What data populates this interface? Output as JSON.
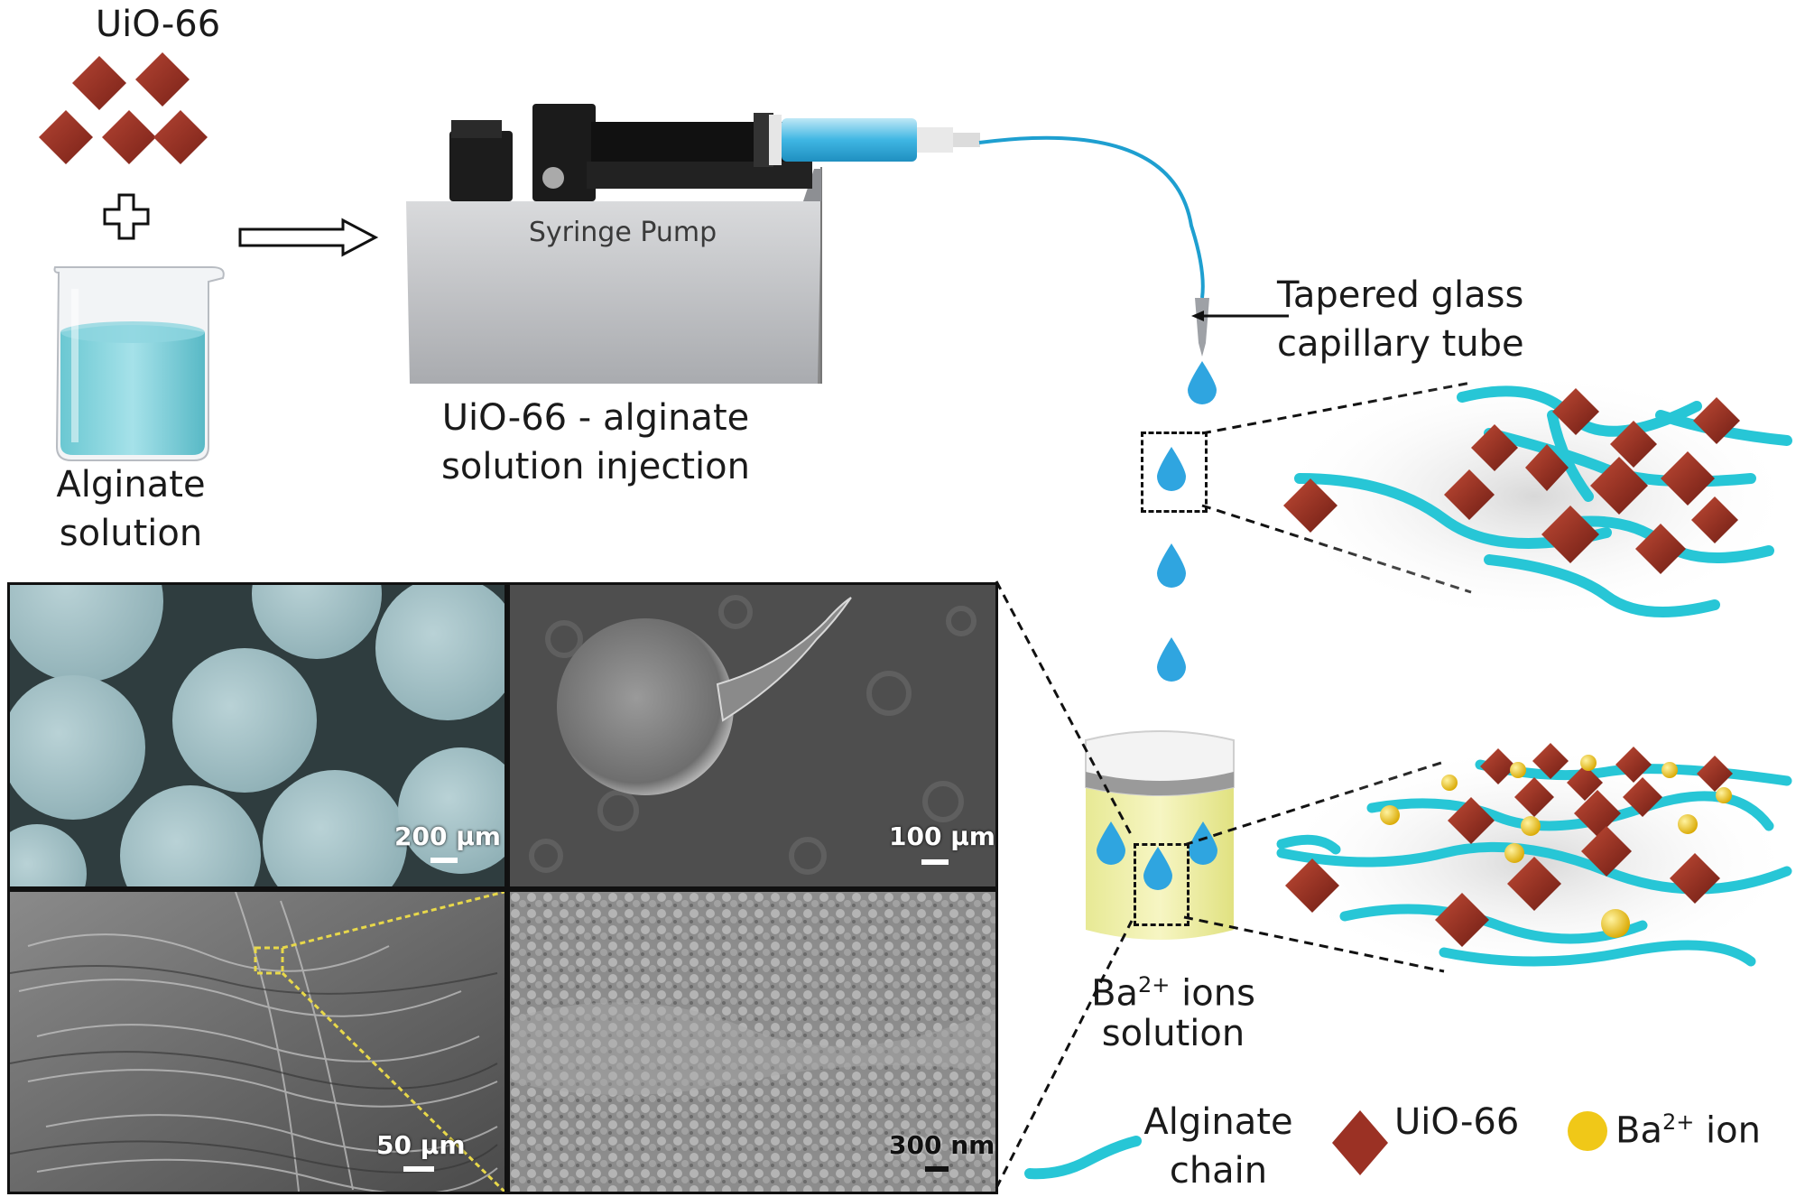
{
  "top_left": {
    "uio66_label": "UiO-66",
    "alginate_label_line1": "Alginate",
    "alginate_label_line2": "solution"
  },
  "pump": {
    "body_label": "Syringe Pump",
    "caption_line1": "UiO-66 - alginate",
    "caption_line2": "solution injection"
  },
  "capillary": {
    "label_line1": "Tapered glass",
    "label_line2": "capillary tube"
  },
  "bath": {
    "label_base": "Ba",
    "label_sup": "2+",
    "label_rest": " ions",
    "label_line2": "solution"
  },
  "micrographs": [
    {
      "scale_label": "200 μm",
      "kind": "optical-beads"
    },
    {
      "scale_label": "100 μm",
      "kind": "sem-bead"
    },
    {
      "scale_label": "50 μm",
      "kind": "sem-cross-section"
    },
    {
      "scale_label": "300 nm",
      "kind": "sem-surface"
    }
  ],
  "legend": {
    "alginate_line1": "Alginate",
    "alginate_line2": "chain",
    "uio66": "UiO-66",
    "ba_base": "Ba",
    "ba_sup": "2+",
    "ba_rest": " ion"
  },
  "colors": {
    "uio66": "#9b3124",
    "alginate": "#27c6d6",
    "droplet": "#2fa5e0",
    "ba_ion": "#f0c818",
    "solution": "#6fd0dc"
  }
}
